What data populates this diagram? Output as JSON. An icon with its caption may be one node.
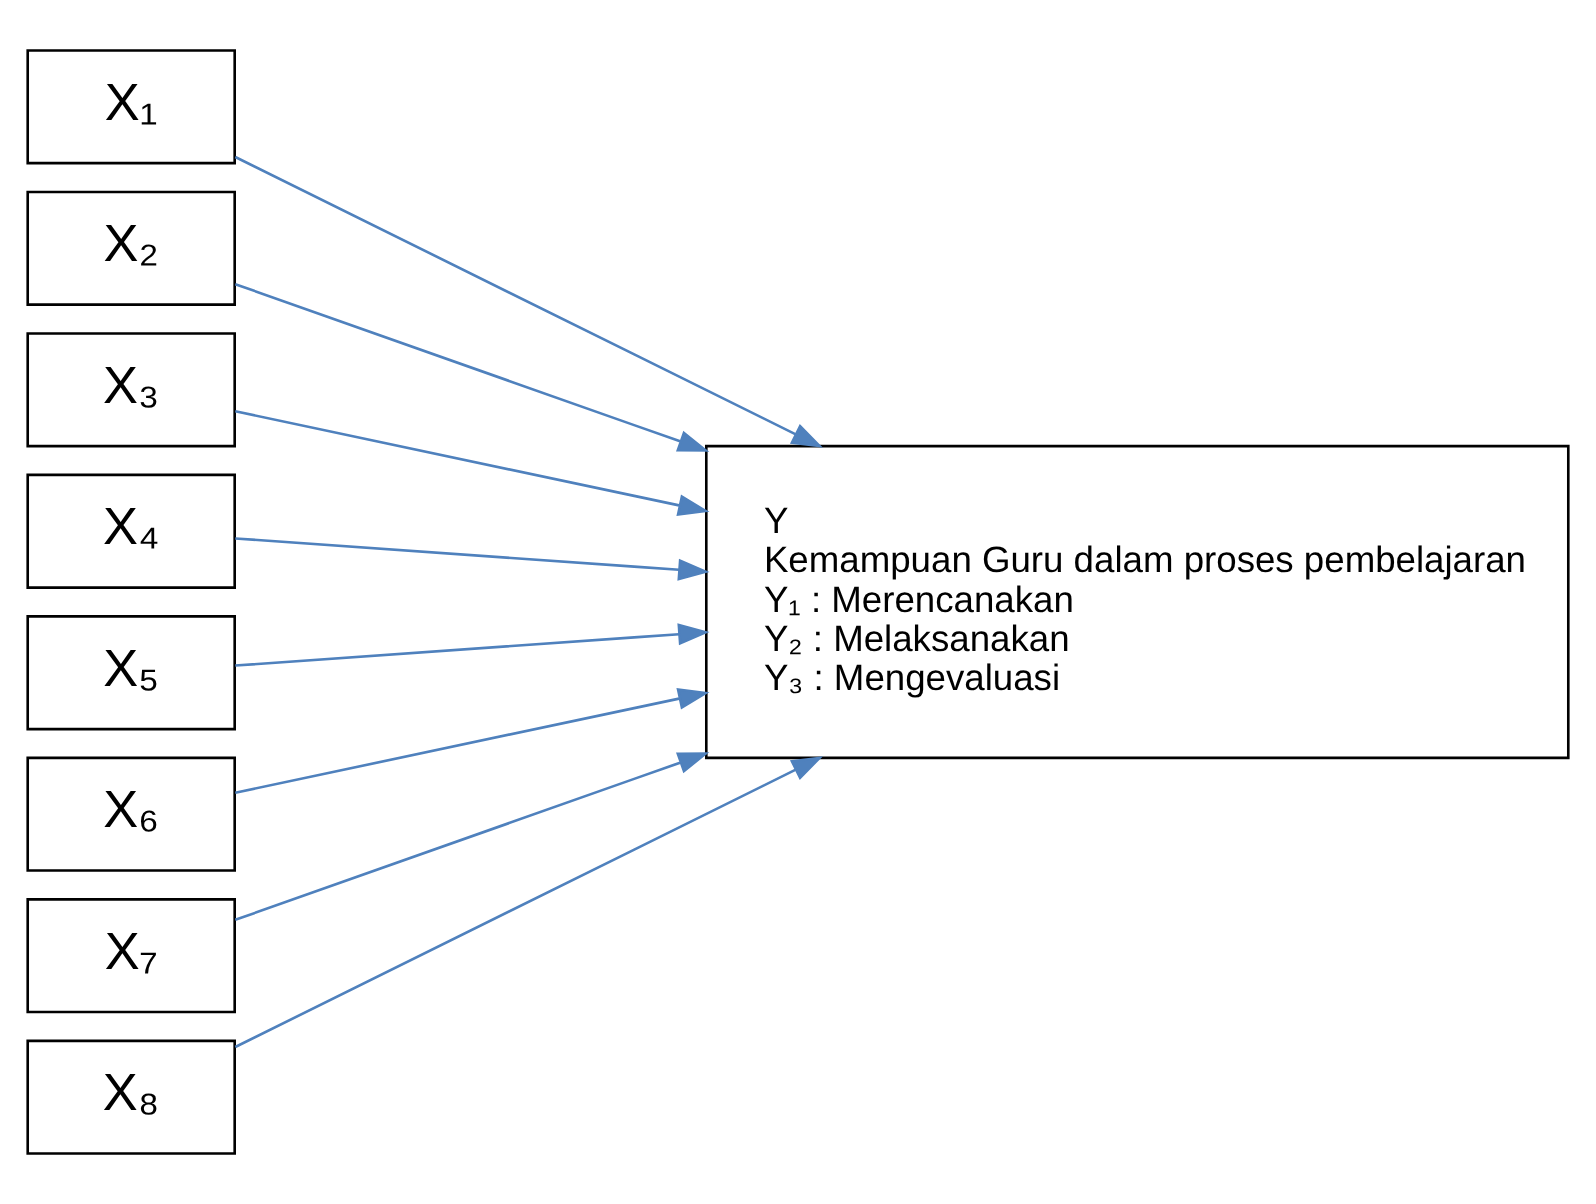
{
  "diagram": {
    "nodes": [
      {
        "text": [
          "X₁"
        ]
      },
      {
        "text": [
          "X₂"
        ]
      },
      {
        "text": [
          "X₃"
        ]
      },
      {
        "text": [
          "X₄"
        ]
      },
      {
        "text": [
          "X₅"
        ]
      },
      {
        "text": [
          "X₆"
        ]
      },
      {
        "text": [
          "X₇"
        ]
      },
      {
        "text": [
          "X₈"
        ]
      },
      {
        "text": [
          "Y",
          "Kemampuan Guru dalam proses pembelajaran",
          "Y₁ : Merencanakan",
          "Y₂ : Melaksanakan",
          "Y₃ : Mengevaluasi"
        ]
      }
    ],
    "edges": [
      {
        "from": 0,
        "to": 8,
        "arrow": "to"
      },
      {
        "from": 1,
        "to": 8,
        "arrow": "to"
      },
      {
        "from": 2,
        "to": 8,
        "arrow": "to"
      },
      {
        "from": 3,
        "to": 8,
        "arrow": "to"
      },
      {
        "from": 4,
        "to": 8,
        "arrow": "to"
      },
      {
        "from": 5,
        "to": 8,
        "arrow": "to"
      },
      {
        "from": 6,
        "to": 8,
        "arrow": "to"
      },
      {
        "from": 7,
        "to": 8,
        "arrow": "to"
      }
    ]
  }
}
